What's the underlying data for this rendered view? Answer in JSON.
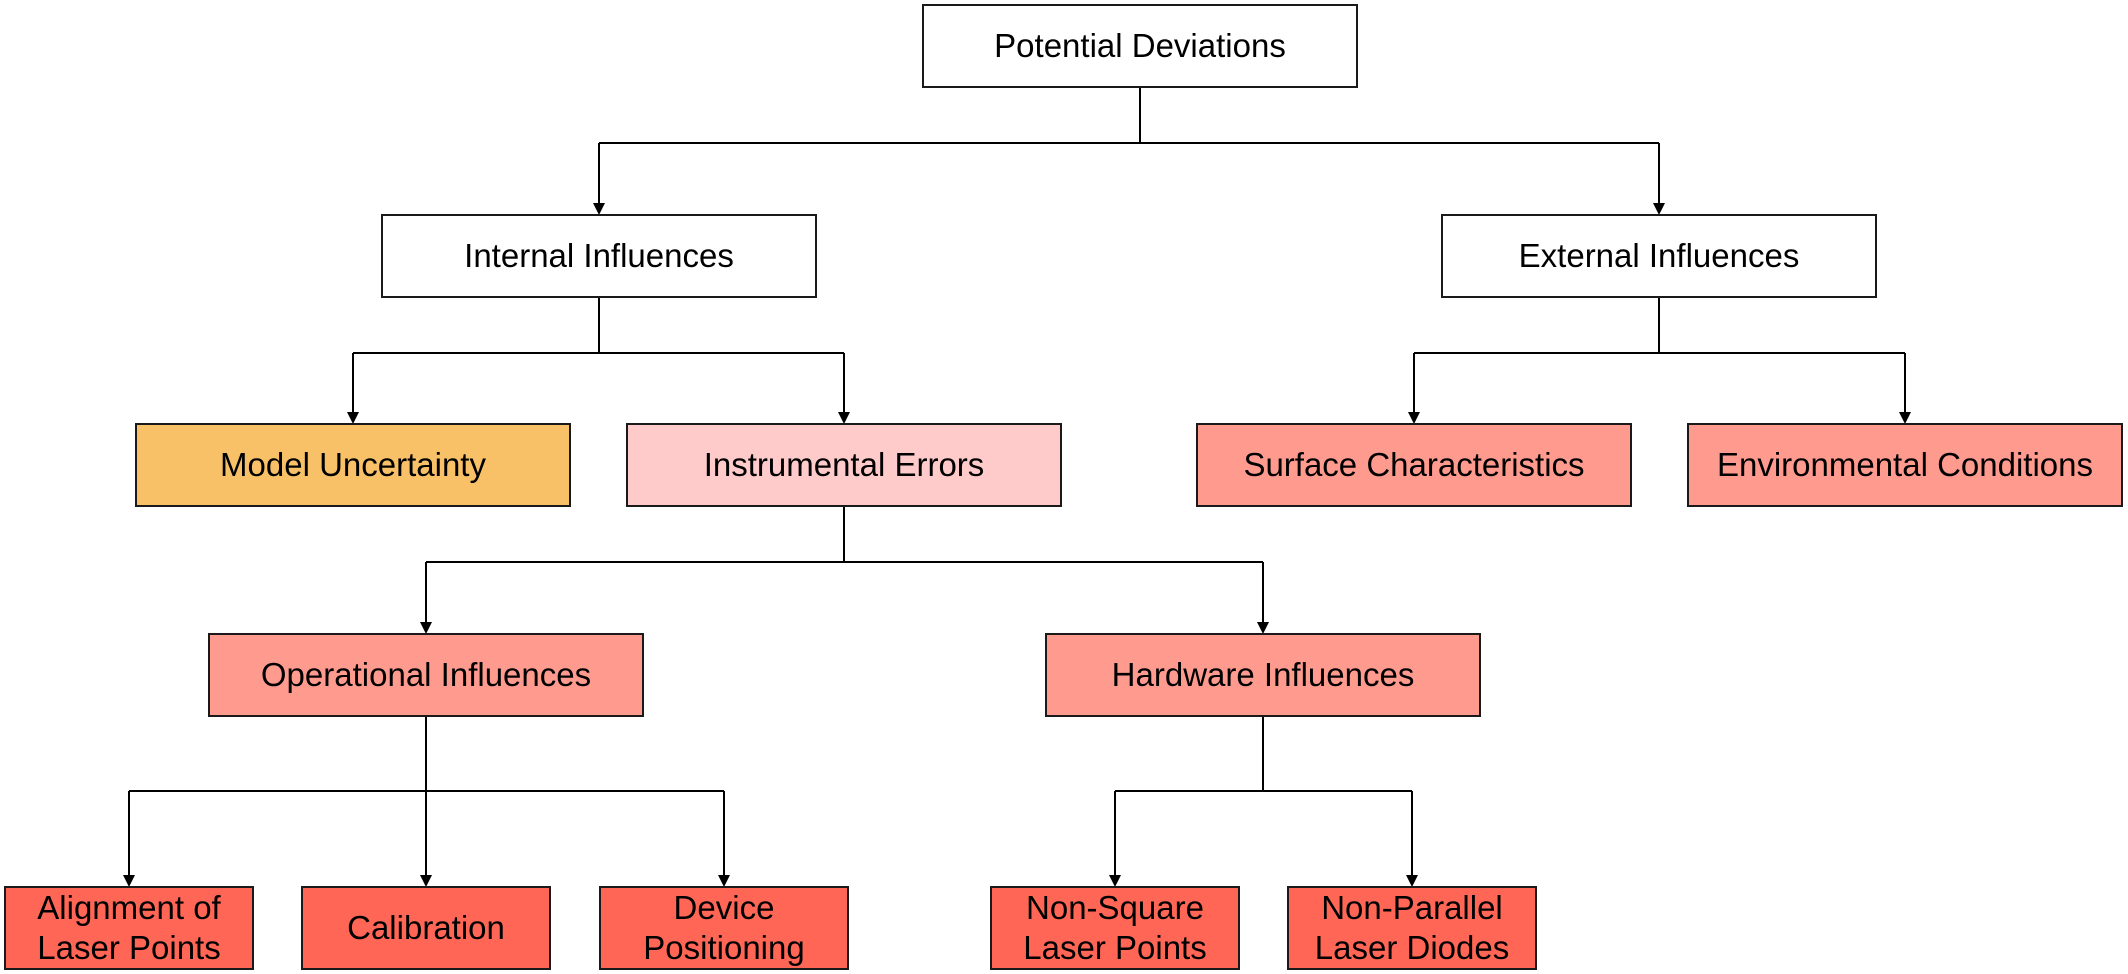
{
  "colors": {
    "root": "#ffffff",
    "internal": "#ffffff",
    "external": "#ffffff",
    "model_uncertainty": "#f8c168",
    "instrumental_errors": "#ffcaca",
    "mid_level": "#ff9a8f",
    "leaf": "#ff6655",
    "border": "#1a1a1a",
    "line": "#000000"
  },
  "nodes": {
    "root": {
      "label": "Potential Deviations"
    },
    "internal": {
      "label": "Internal Influences"
    },
    "external": {
      "label": "External Influences"
    },
    "model_uncertainty": {
      "label": "Model Uncertainty"
    },
    "instrumental_errors": {
      "label": "Instrumental Errors"
    },
    "surface": {
      "label": "Surface Characteristics"
    },
    "environmental": {
      "label": "Environmental Conditions"
    },
    "operational": {
      "label": "Operational Influences"
    },
    "hardware": {
      "label": "Hardware Influences"
    },
    "alignment": {
      "label_line1": "Alignment of",
      "label_line2": "Laser Points"
    },
    "calibration": {
      "label": "Calibration"
    },
    "positioning": {
      "label_line1": "Device",
      "label_line2": "Positioning"
    },
    "non_square": {
      "label_line1": "Non-Square",
      "label_line2": "Laser Points"
    },
    "non_parallel": {
      "label_line1": "Non-Parallel",
      "label_line2": "Laser Diodes"
    }
  },
  "edges": [
    {
      "from": "root",
      "to": "internal"
    },
    {
      "from": "root",
      "to": "external"
    },
    {
      "from": "internal",
      "to": "model_uncertainty"
    },
    {
      "from": "internal",
      "to": "instrumental_errors"
    },
    {
      "from": "external",
      "to": "surface"
    },
    {
      "from": "external",
      "to": "environmental"
    },
    {
      "from": "instrumental_errors",
      "to": "operational"
    },
    {
      "from": "instrumental_errors",
      "to": "hardware"
    },
    {
      "from": "operational",
      "to": "alignment"
    },
    {
      "from": "operational",
      "to": "calibration"
    },
    {
      "from": "operational",
      "to": "positioning"
    },
    {
      "from": "hardware",
      "to": "non_square"
    },
    {
      "from": "hardware",
      "to": "non_parallel"
    }
  ]
}
